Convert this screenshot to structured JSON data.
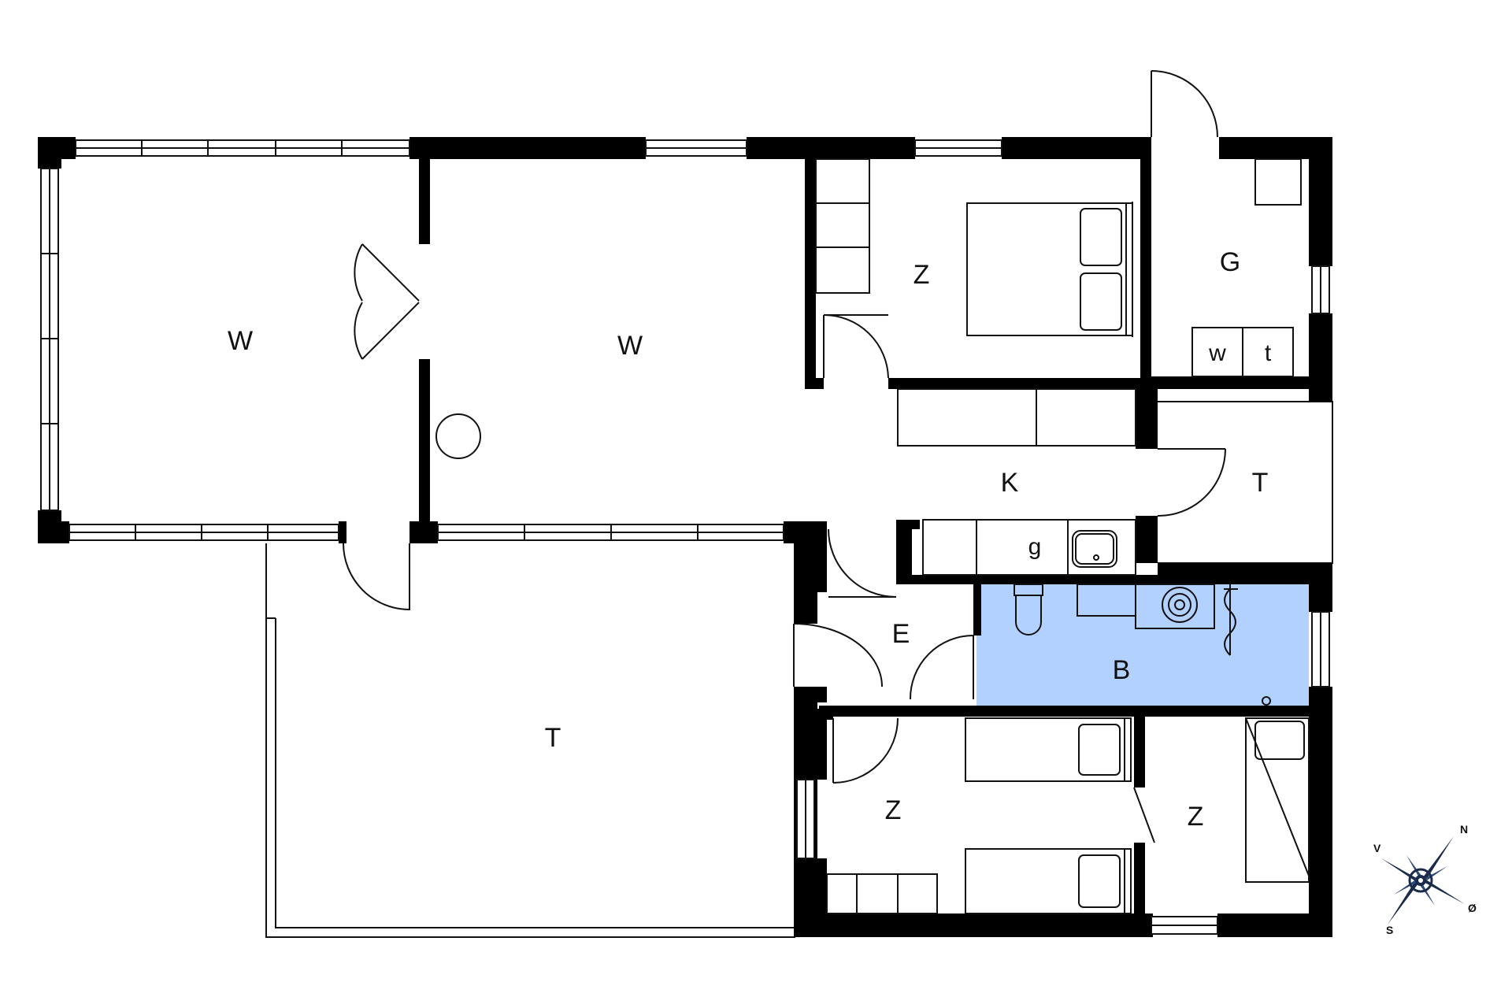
{
  "plan": {
    "rooms": {
      "living_west": "W",
      "living_center": "W",
      "bedroom_north": "Z",
      "utility": "G",
      "kitchen": "K",
      "terrace_east": "T",
      "entrance": "E",
      "bathroom": "B",
      "terrace_south": "T",
      "bedroom_south": "Z",
      "bedroom_east": "Z"
    },
    "fixtures": {
      "washer": "w",
      "dryer": "t",
      "fridge": "g"
    },
    "compass": {
      "north": "N",
      "south": "S",
      "east": "Ø",
      "west": "V"
    },
    "colors": {
      "wall": "#000000",
      "bathroom_fill": "#b3d1ff",
      "line": "#111111"
    }
  }
}
